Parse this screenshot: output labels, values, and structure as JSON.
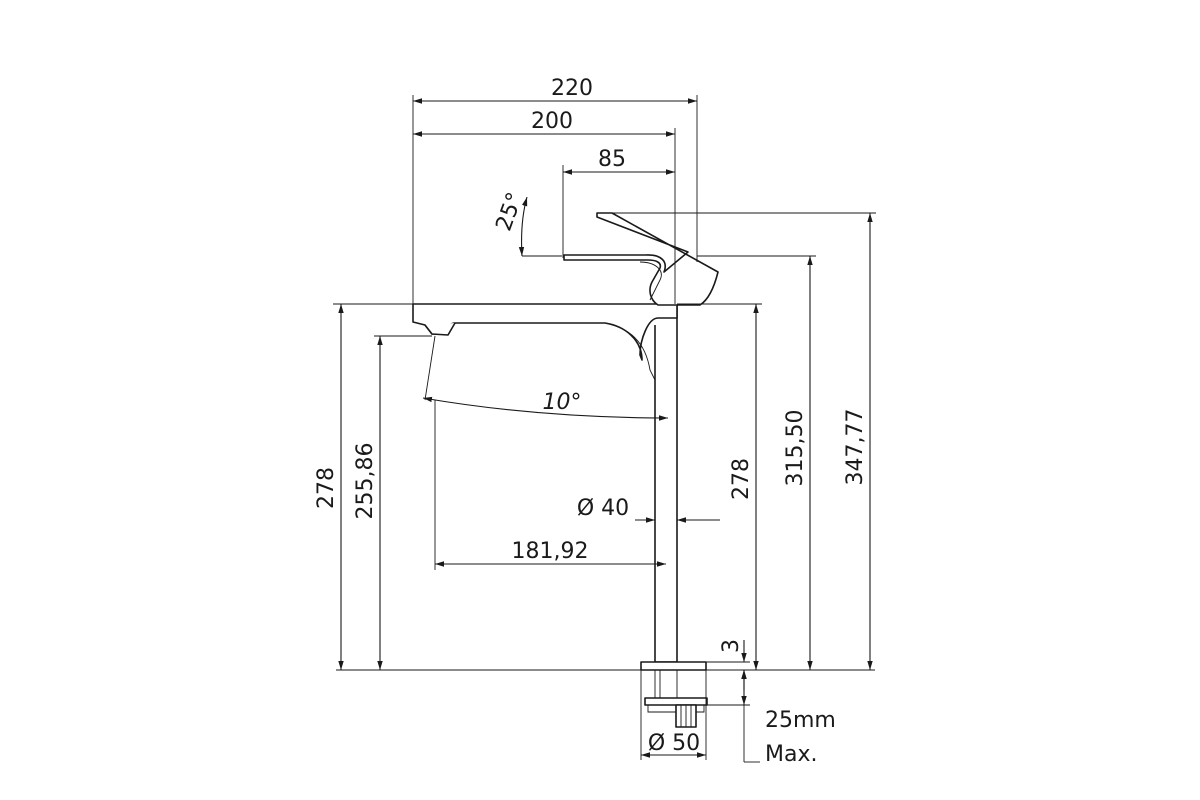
{
  "dimensions": {
    "overall_width": "220",
    "spout_reach": "200",
    "handle_offset": "85",
    "handle_angle": "25°",
    "spout_angle": "10°",
    "spout_to_center": "181,92",
    "body_diameter": "Ø 40",
    "base_diameter": "Ø 50",
    "base_height": "3",
    "height_left": "278",
    "outlet_height": "255,86",
    "height_right": "278",
    "lever_height": "315,50",
    "total_height": "347,77",
    "counter_thickness_value": "25mm",
    "counter_thickness_note": "Max."
  }
}
